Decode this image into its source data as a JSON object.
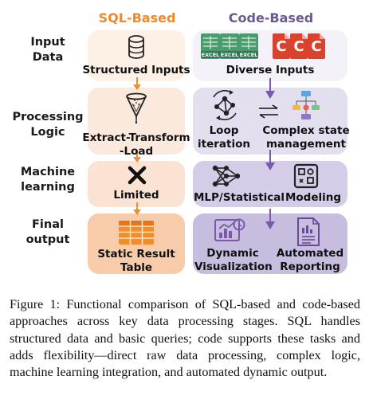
{
  "header": {
    "sql_label": "SQL-Based",
    "code_label": "Code-Based",
    "sql_color": "#ef8a2a",
    "code_color": "#6a5a8e"
  },
  "rows": {
    "input_line1": "Input",
    "input_line2": "Data",
    "processing_line1": "Processing",
    "processing_line2": "Logic",
    "machine_line1": "Machine",
    "machine_line2": "learning",
    "final_line1": "Final",
    "final_line2": "output"
  },
  "sql": {
    "input": "Structured Inputs",
    "processing_line1": "Extract-Transform",
    "processing_line2": "-Load",
    "machine": "Limited",
    "output_line1": "Static Result",
    "output_line2": "Table"
  },
  "code": {
    "input": "Diverse Inputs",
    "loop_line1": "Loop",
    "loop_line2": "iteration",
    "state_line1": "Complex state",
    "state_line2": "management",
    "mlp": "MLP/Statistical",
    "modeling": "Modeling",
    "dynvis_line1": "Dynamic",
    "dynvis_line2": "Visualization",
    "report_line1": "Automated",
    "report_line2": "Reporting"
  },
  "icons": {
    "excel": "EXCEL",
    "csv": "C"
  },
  "figure": {
    "caption": "Figure 1: Functional comparison of SQL-based and code-based approaches across key data processing stages. SQL handles structured data and basic queries; code supports these tasks and adds flexibility—direct raw data processing, complex logic, machine learning integration, and automated dynamic output."
  }
}
